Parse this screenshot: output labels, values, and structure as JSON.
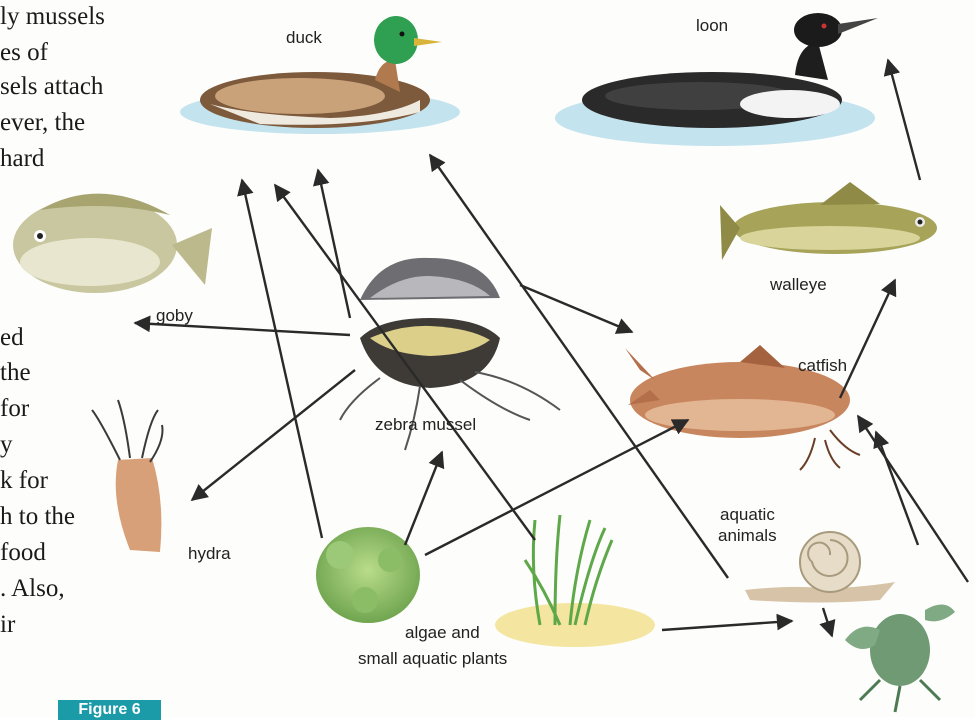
{
  "body_text_lines": [
    "ly mussels",
    "es of",
    "sels attach",
    "ever, the",
    "hard",
    "ed",
    "the",
    " for",
    "y",
    "k for",
    "h to the",
    "food",
    ". Also,",
    "ir"
  ],
  "labels": {
    "duck": "duck",
    "loon": "loon",
    "walleye": "walleye",
    "goby": "goby",
    "catfish": "catfish",
    "zebra_mussel": "zebra mussel",
    "hydra": "hydra",
    "aquatic_animals_1": "aquatic",
    "aquatic_animals_2": "animals",
    "algae_1": "algae and",
    "algae_2": "small aquatic plants"
  },
  "figure_label": "Figure 6",
  "colors": {
    "arrow": "#2a2a2a",
    "figure_badge": "#1b9aa8",
    "water": "#8ec9e0"
  }
}
